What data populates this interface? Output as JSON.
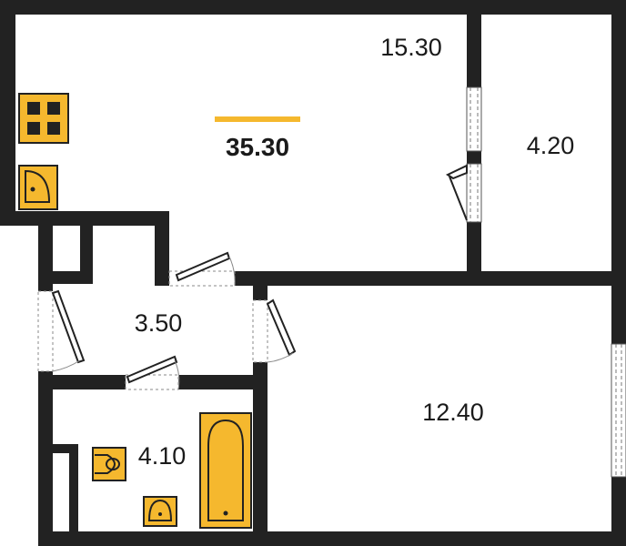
{
  "plan": {
    "total_area": "35.30",
    "rooms": {
      "kitchen_living": "15.30",
      "balcony": "4.20",
      "hallway": "3.50",
      "bedroom": "12.40",
      "bathroom": "4.10"
    }
  },
  "colors": {
    "wall": "#222222",
    "accent": "#F5B82E",
    "background": "#ffffff"
  },
  "icons": [
    "stove-icon",
    "sink-icon",
    "bathtub-icon",
    "toilet-icon",
    "washbasin-icon",
    "door-icon",
    "window-icon"
  ]
}
